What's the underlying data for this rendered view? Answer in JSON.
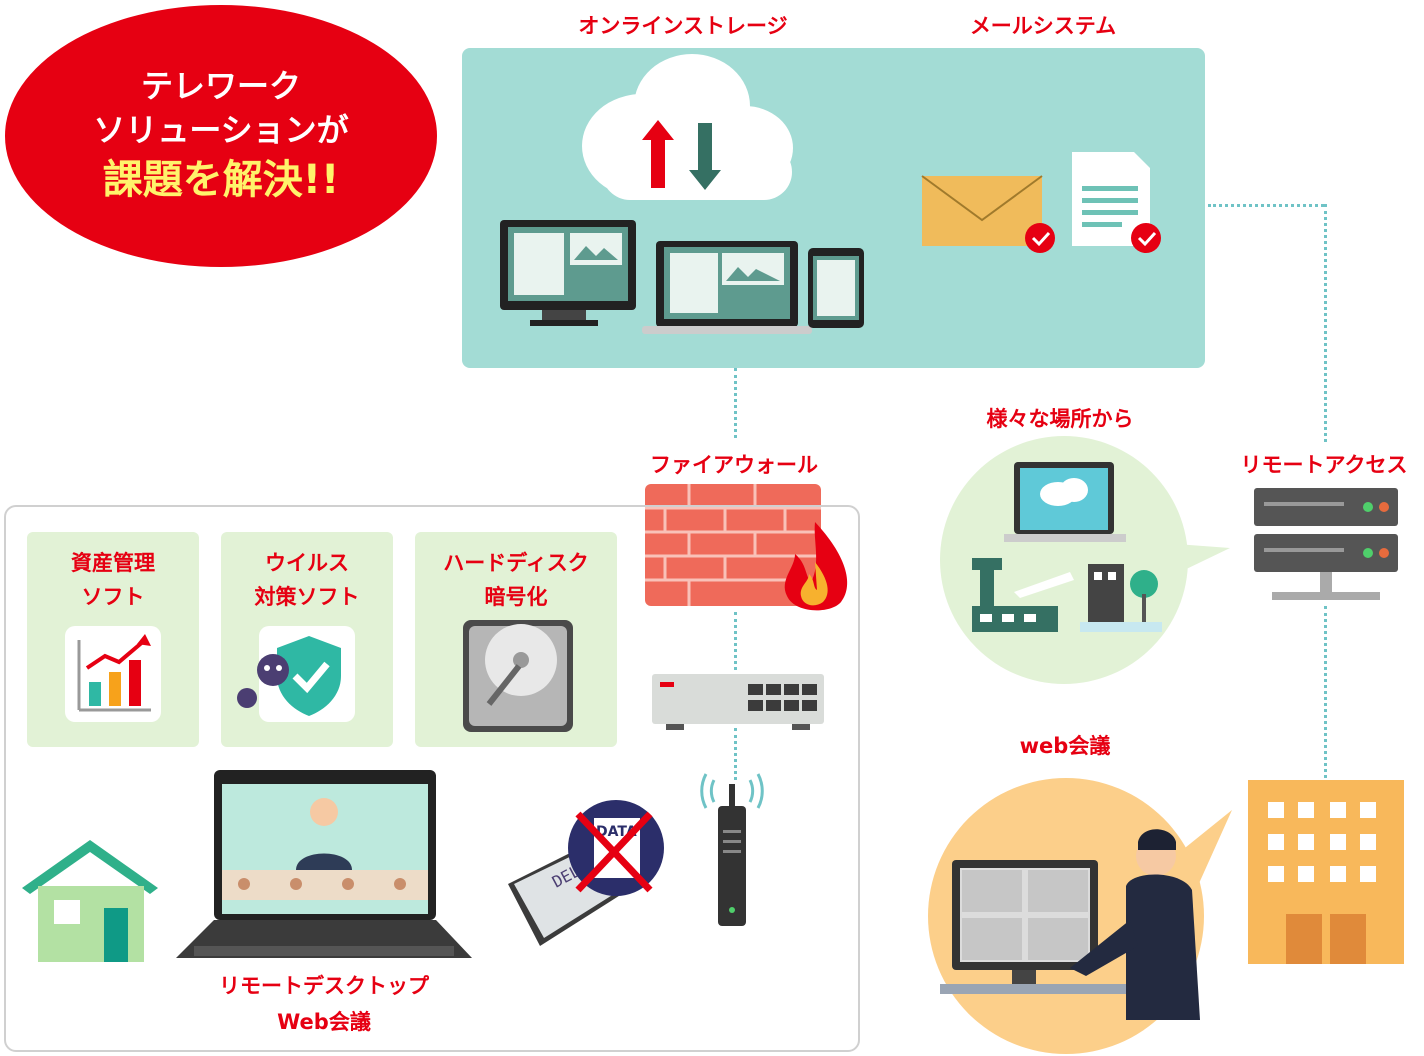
{
  "badge": {
    "line1": "テレワーク",
    "line2": "ソリューションが",
    "line3": "課題を解決!!"
  },
  "labels": {
    "online_storage": "オンラインストレージ",
    "mail_system": "メールシステム",
    "firewall": "ファイアウォール",
    "various_places": "様々な場所から",
    "remote_access": "リモートアクセス",
    "web_meeting": "web会議",
    "remote_desktop_line1": "リモートデスクトップ",
    "remote_desktop_line2": "Web会議"
  },
  "tiles": [
    {
      "line1": "資産管理",
      "line2": "ソフト"
    },
    {
      "line1": "ウイルス",
      "line2": "対策ソフト"
    },
    {
      "line1": "ハードディスク",
      "line2": "暗号化"
    }
  ],
  "data_icon_text": "DATA",
  "delete_screen_text": "DELETE",
  "colors": {
    "accent_red": "#e60012",
    "teal_panel": "#a3dcd5",
    "tile_green": "#e2f2d6",
    "connector": "#6fc3c6",
    "badge_text_yellow": "#fff36b"
  }
}
